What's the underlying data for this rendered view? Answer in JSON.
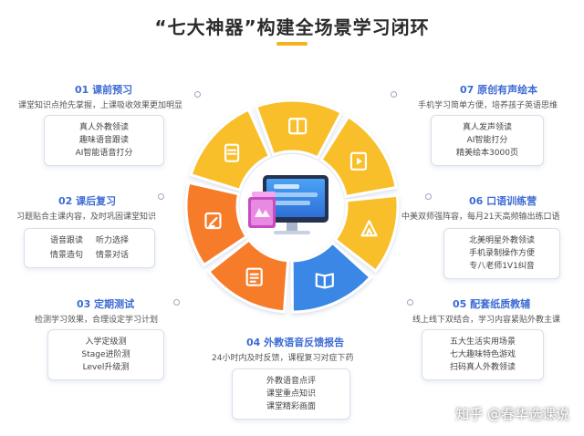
{
  "title": "“七大神器”构建全场景学习闭环",
  "colors": {
    "yellow": "#f8bf2a",
    "blue": "#3b87e6",
    "orange": "#f77b2a",
    "heading": "#3d6bd4",
    "pink": "#d95fd0"
  },
  "modules": [
    {
      "heading": "01 课前预习",
      "desc": "课堂知识点抢先掌握，上课吸收效果更加明显",
      "lines": [
        "真人外教领读",
        "趣味语音跟读",
        "AI智能语音打分"
      ]
    },
    {
      "heading": "02 课后复习",
      "desc": "习题贴合主课内容，及时巩固课堂知识",
      "grid": [
        [
          "语音跟读",
          "听力选择"
        ],
        [
          "情景造句",
          "情景对话"
        ]
      ]
    },
    {
      "heading": "03 定期测试",
      "desc": "检测学习效果，合理设定学习计划",
      "lines": [
        "入学定级测",
        "Stage进阶测",
        "Level升级测"
      ]
    },
    {
      "heading": "04 外教语音反馈报告",
      "desc": "24小时内及时反馈，课程复习对症下药",
      "lines": [
        "外教语音点评",
        "课堂重点知识",
        "课堂精彩画面"
      ]
    },
    {
      "heading": "05 配套纸质教辅",
      "desc": "线上线下双结合，学习内容紧贴外教主课",
      "lines": [
        "五大生活实用场景",
        "七大趣味特色游戏",
        "扫码真人外教领读"
      ]
    },
    {
      "heading": "06 口语训练营",
      "desc": "中美双师强阵容，每月21天高频输出练口语",
      "lines": [
        "北美明星外教领读",
        "手机录制操作方便",
        "专八老师1V1纠音"
      ]
    },
    {
      "heading": "07 原创有声绘本",
      "desc": "手机学习简单方便，培养孩子英语思维",
      "lines": [
        "真人发声领读",
        "AI智能打分",
        "精美绘本3000页"
      ]
    }
  ],
  "icons": [
    "book-icon",
    "video-icon",
    "tent-icon",
    "open-book-icon",
    "document-icon",
    "edit-icon",
    "report-icon",
    "computer-icon",
    "book-stack-icon"
  ],
  "watermark": "知乎 @春华选课说"
}
